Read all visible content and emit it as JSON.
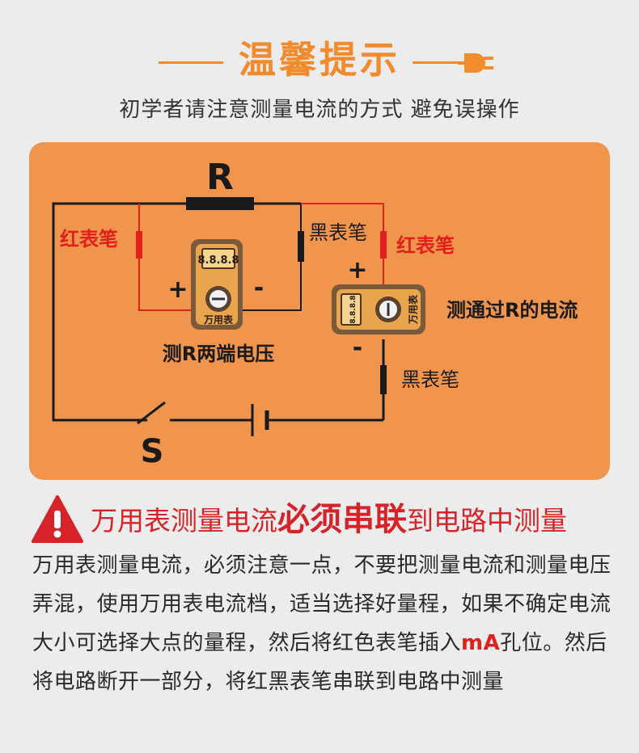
{
  "header": {
    "title": "温馨提示",
    "subtitle": "初学者请注意测量电流的方式 避免误操作"
  },
  "diagram": {
    "resistor_label": "R",
    "switch_label": "S",
    "left_red_probe": "红表笔",
    "top_black_probe": "黑表笔",
    "right_red_probe": "红表笔",
    "bottom_black_probe": "黑表笔",
    "plus_sign": "+",
    "minus_sign": "-",
    "meter_label": "万用表",
    "meter_display": "8.8.8.8",
    "voltage_caption": "测R两端电压",
    "current_caption": "测通过R的电流"
  },
  "warning": {
    "part1": "万用表测量电流",
    "emphasis": "必须串联",
    "part2": "到电路中测量"
  },
  "body": {
    "text_before": "万用表测量电流，必须注意一点，不要把测量电流和测量电压弄混，使用万用表电流档，适当选择好量程，如果不确定电流大小可选择大点的量程，然后将红色表笔插入",
    "highlight": "mA",
    "text_after": "孔位。然后将电路断开一部分，将红黑表笔串联到电路中测量"
  },
  "colors": {
    "accent_orange": "#f28a2e",
    "panel_orange": "#f0954d",
    "probe_red": "#e0201a",
    "warning_red": "#d6232a",
    "wire_black": "#1a1a1a"
  },
  "icons": [
    "plug-icon",
    "warning-triangle-icon",
    "multimeter-icon"
  ]
}
